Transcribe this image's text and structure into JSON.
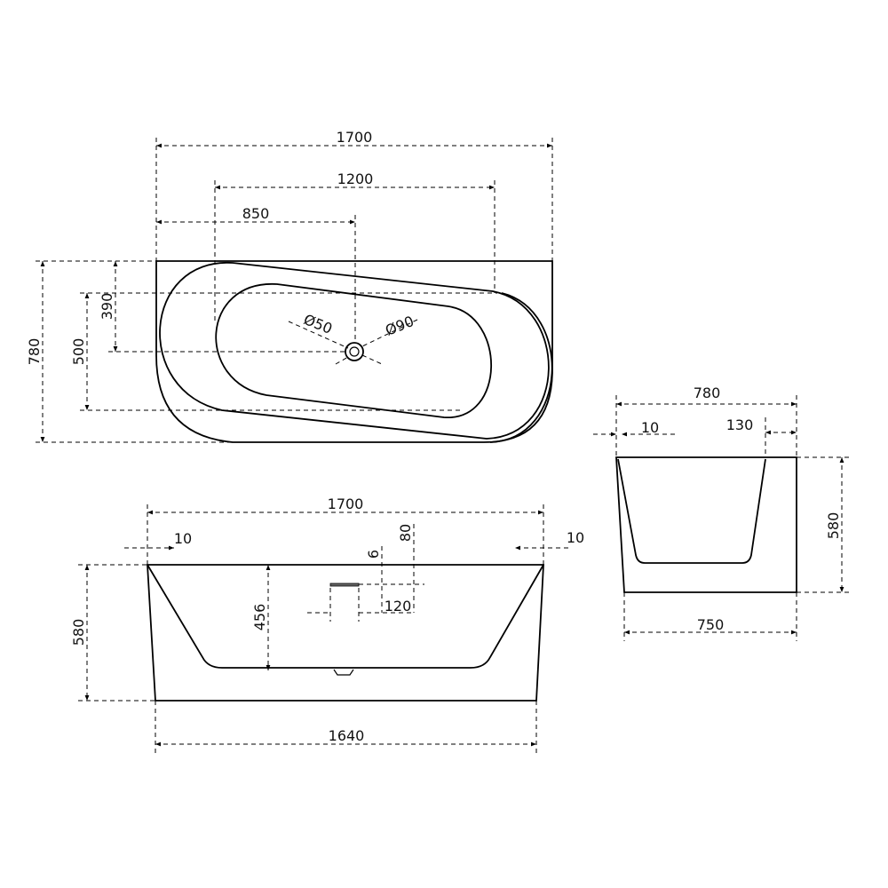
{
  "top_view": {
    "length_total": "1700",
    "inner_length": "1200",
    "drain_offset": "850",
    "width_total": "780",
    "inner_width": "500",
    "drain_from_wall": "390",
    "drain_diameter": "Ø50",
    "overflow_diameter": "Ø90"
  },
  "front_view": {
    "length_top": "1700",
    "wall_left": "10",
    "wall_right": "10",
    "height": "580",
    "inner_depth": "456",
    "length_bottom": "1640",
    "overflow_from_top": "80",
    "overflow_height": "6",
    "overflow_width": "120"
  },
  "side_view": {
    "width_top": "780",
    "wall_thin": "10",
    "wall_thick": "130",
    "height": "580",
    "width_bottom": "750"
  },
  "colors": {
    "line": "#000000",
    "background": "#ffffff"
  }
}
